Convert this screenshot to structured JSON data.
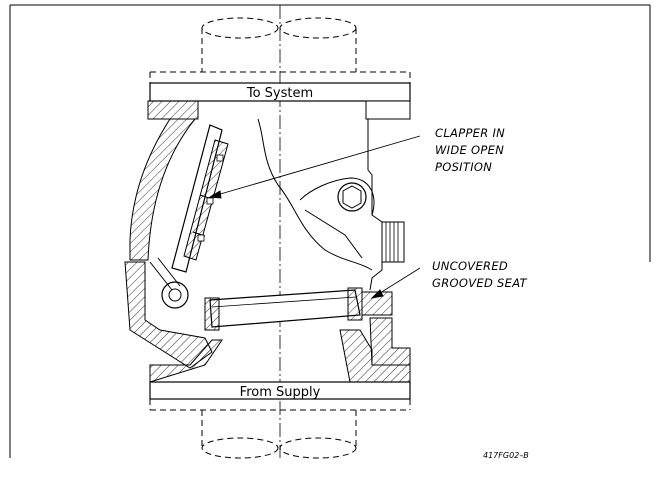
{
  "labels": {
    "to_system": "To System",
    "from_supply": "From Supply",
    "clapper_line1": "CLAPPER IN",
    "clapper_line2": "WIDE OPEN",
    "clapper_line3": "POSITION",
    "seat_line1": "UNCOVERED",
    "seat_line2": "GROOVED SEAT",
    "figure_code": "417FG02–B"
  }
}
